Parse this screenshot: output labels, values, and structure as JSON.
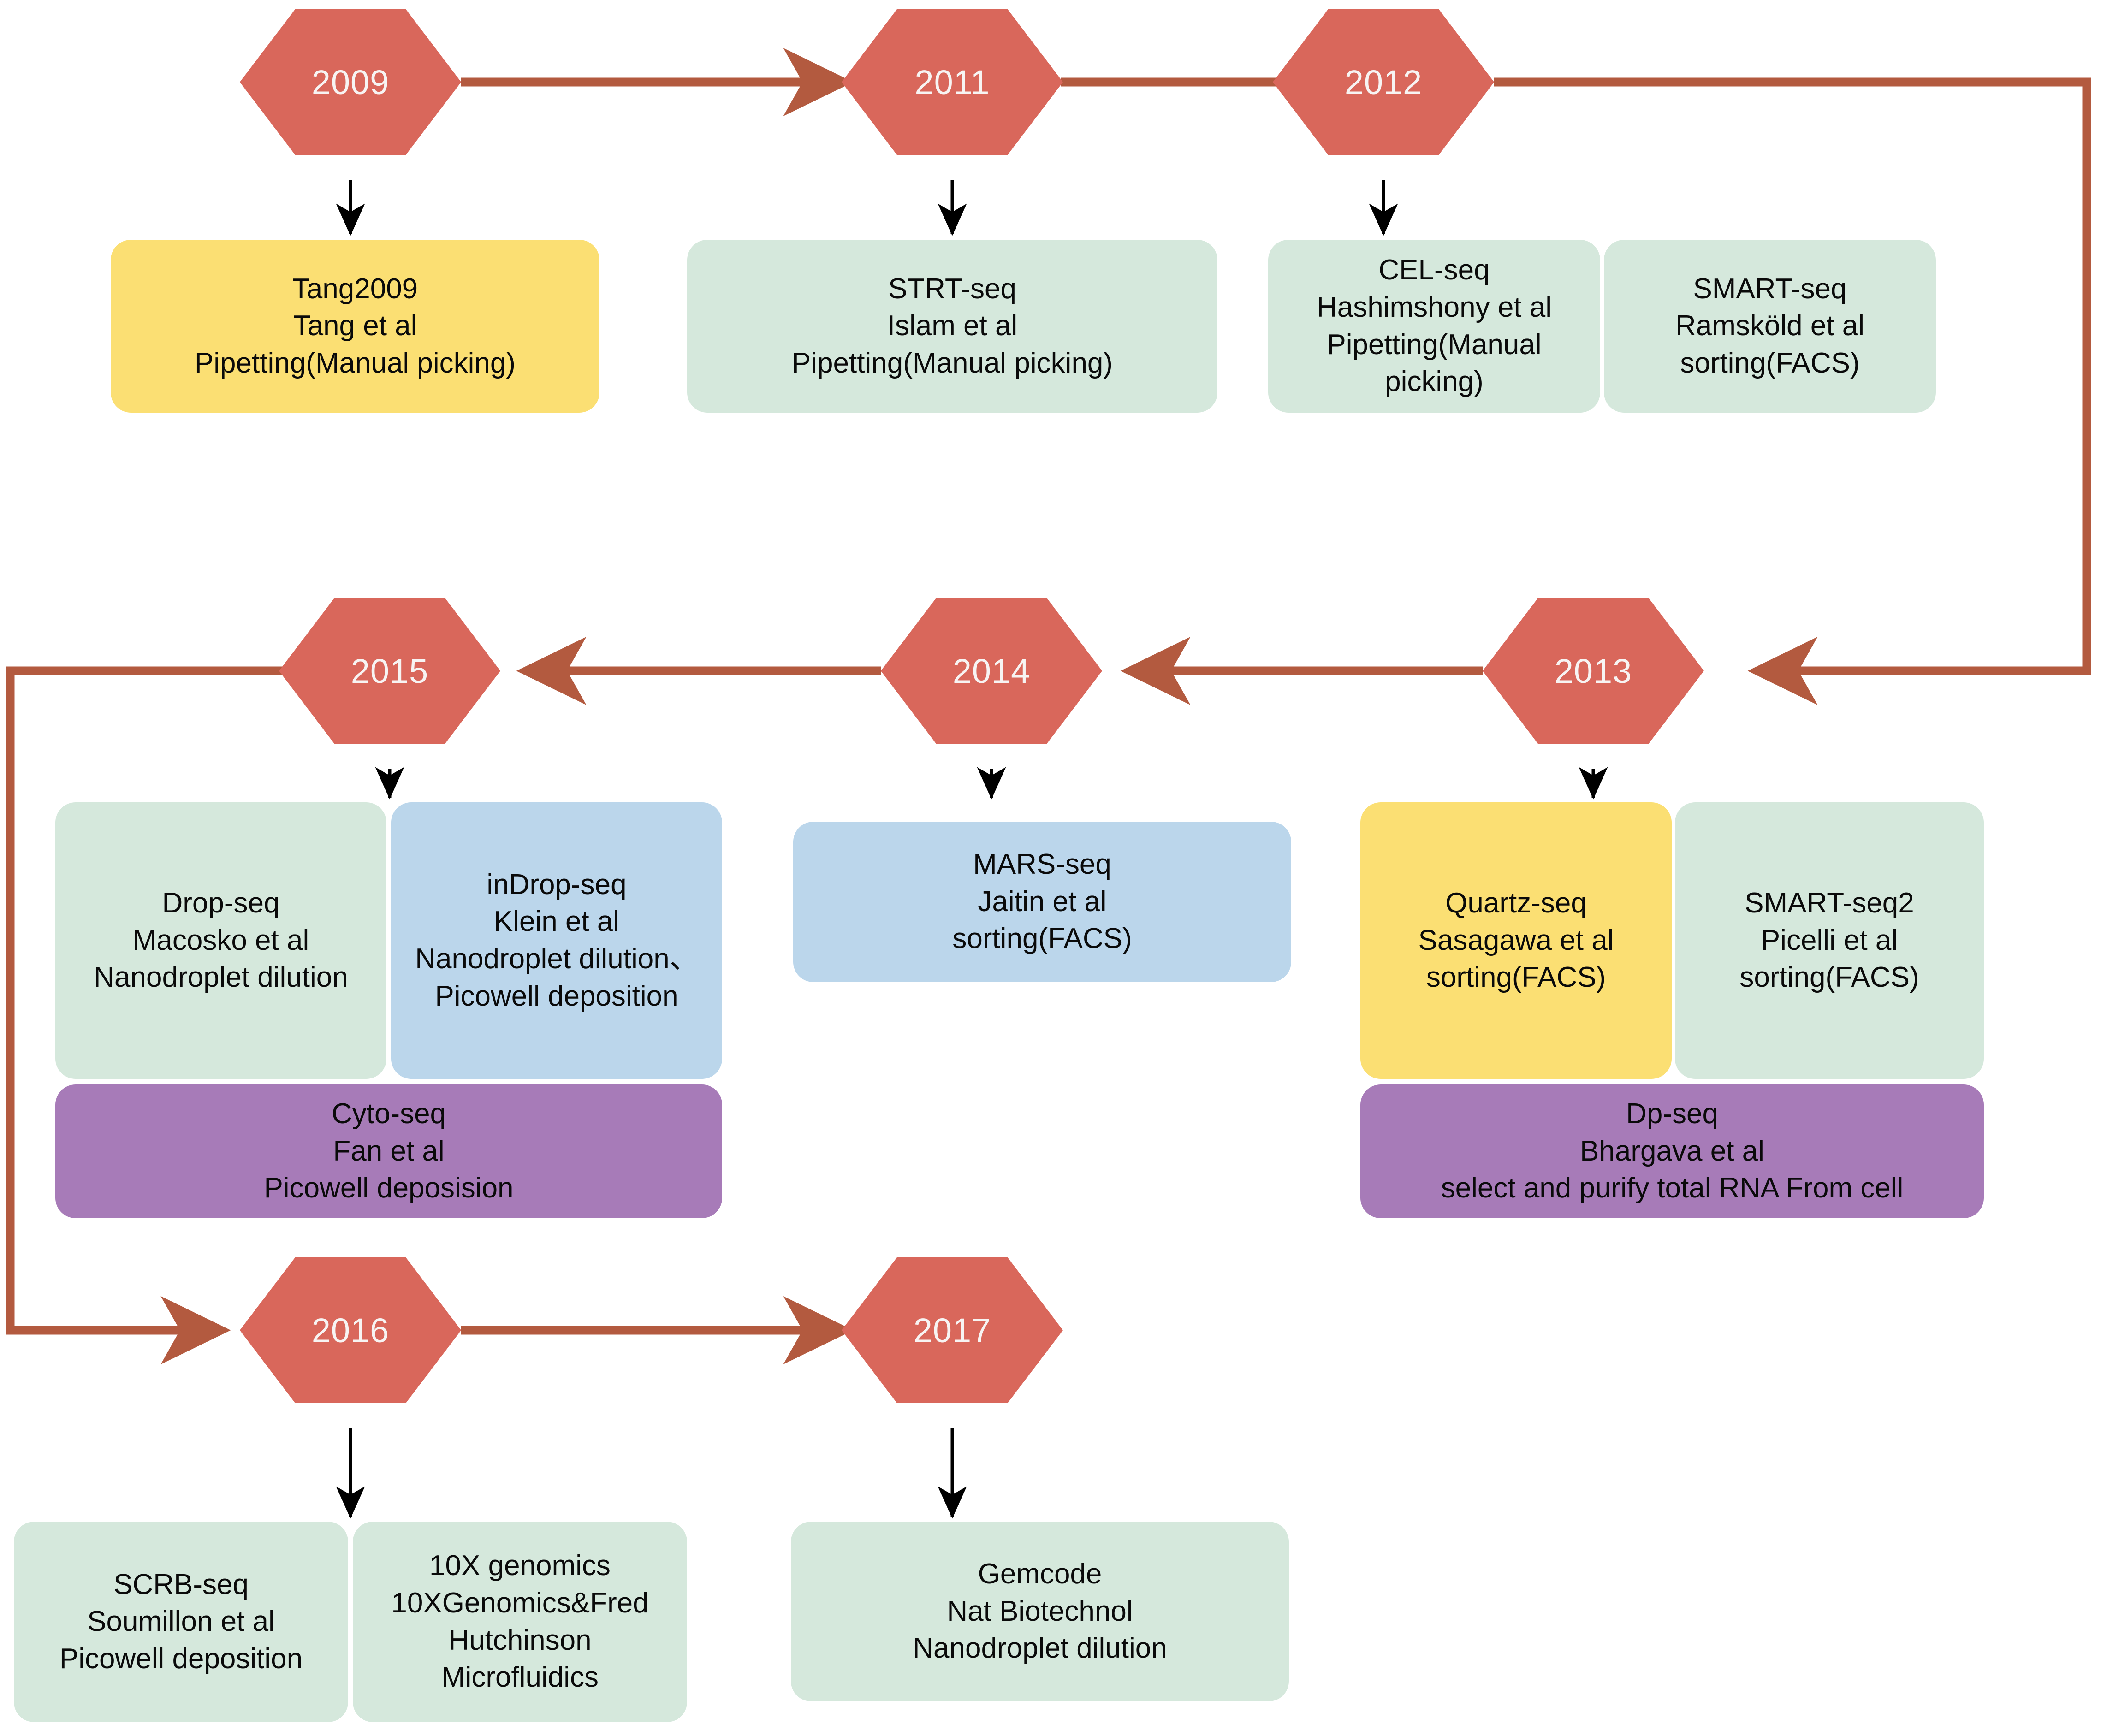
{
  "diagram": {
    "title": "Single-cell RNA sequencing technology timeline",
    "colors": {
      "hexagon_fill": "#d9675b",
      "hexagon_stroke": "#8f2220",
      "hexagon_text": "#f7f4f3",
      "timeline_arrow": "#b35a3f",
      "callout_arrow": "#000000",
      "green": "#d5e8dc",
      "yellow": "#fbdf73",
      "blue": "#bbd6eb",
      "purple": "#a77bb8",
      "background": "#ffffff"
    }
  },
  "years": {
    "y2009": "2009",
    "y2011": "2011",
    "y2012": "2012",
    "y2013": "2013",
    "y2014": "2014",
    "y2015": "2015",
    "y2016": "2016",
    "y2017": "2017"
  },
  "nodes": {
    "tang2009": {
      "name": "Tang2009",
      "author": "Tang et al",
      "method": "Pipetting(Manual picking)",
      "color": "yellow"
    },
    "strt": {
      "name": "STRT-seq",
      "author": "Islam et al",
      "method": "Pipetting(Manual picking)",
      "color": "green"
    },
    "celseq": {
      "name": "CEL-seq",
      "author": "Hashimshony et al",
      "method": "Pipetting(Manual picking)",
      "color": "green"
    },
    "smartseq": {
      "name": "SMART-seq",
      "author": "Ramsköld et al",
      "method": "sorting(FACS)",
      "color": "green"
    },
    "quartz": {
      "name": "Quartz-seq",
      "author": "Sasagawa et al",
      "method": "sorting(FACS)",
      "color": "yellow"
    },
    "smartseq2": {
      "name": "SMART-seq2",
      "author": "Picelli et al",
      "method": "sorting(FACS)",
      "color": "green"
    },
    "dpseq": {
      "name": "Dp-seq",
      "author": "Bhargava et al",
      "method": "select and purify total RNA From cell",
      "color": "purple"
    },
    "marsseq": {
      "name": "MARS-seq",
      "author": "Jaitin et al",
      "method": "sorting(FACS)",
      "color": "blue"
    },
    "dropseq": {
      "name": "Drop-seq",
      "author": "Macosko et al",
      "method": "Nanodroplet dilution",
      "color": "green"
    },
    "indrop": {
      "name": "inDrop-seq",
      "author": "Klein et al",
      "method": "Nanodroplet dilution、\nPicowell deposition",
      "color": "blue"
    },
    "cytoseq": {
      "name": "Cyto-seq",
      "author": "Fan et al",
      "method": "Picowell deposision",
      "color": "purple"
    },
    "scrb": {
      "name": "SCRB-seq",
      "author": "Soumillon et al",
      "method": "Picowell deposition",
      "color": "green"
    },
    "tenx": {
      "name": "10X genomics",
      "author": "10XGenomics&Fred\nHutchinson",
      "method": "Microfluidics",
      "color": "green"
    },
    "gemcode": {
      "name": "Gemcode",
      "author": "Nat Biotechnol",
      "method": "Nanodroplet dilution",
      "color": "green"
    }
  },
  "flow": {
    "sequence": [
      "2009",
      "2011",
      "2012",
      "2013",
      "2014",
      "2015",
      "2016",
      "2017"
    ]
  }
}
